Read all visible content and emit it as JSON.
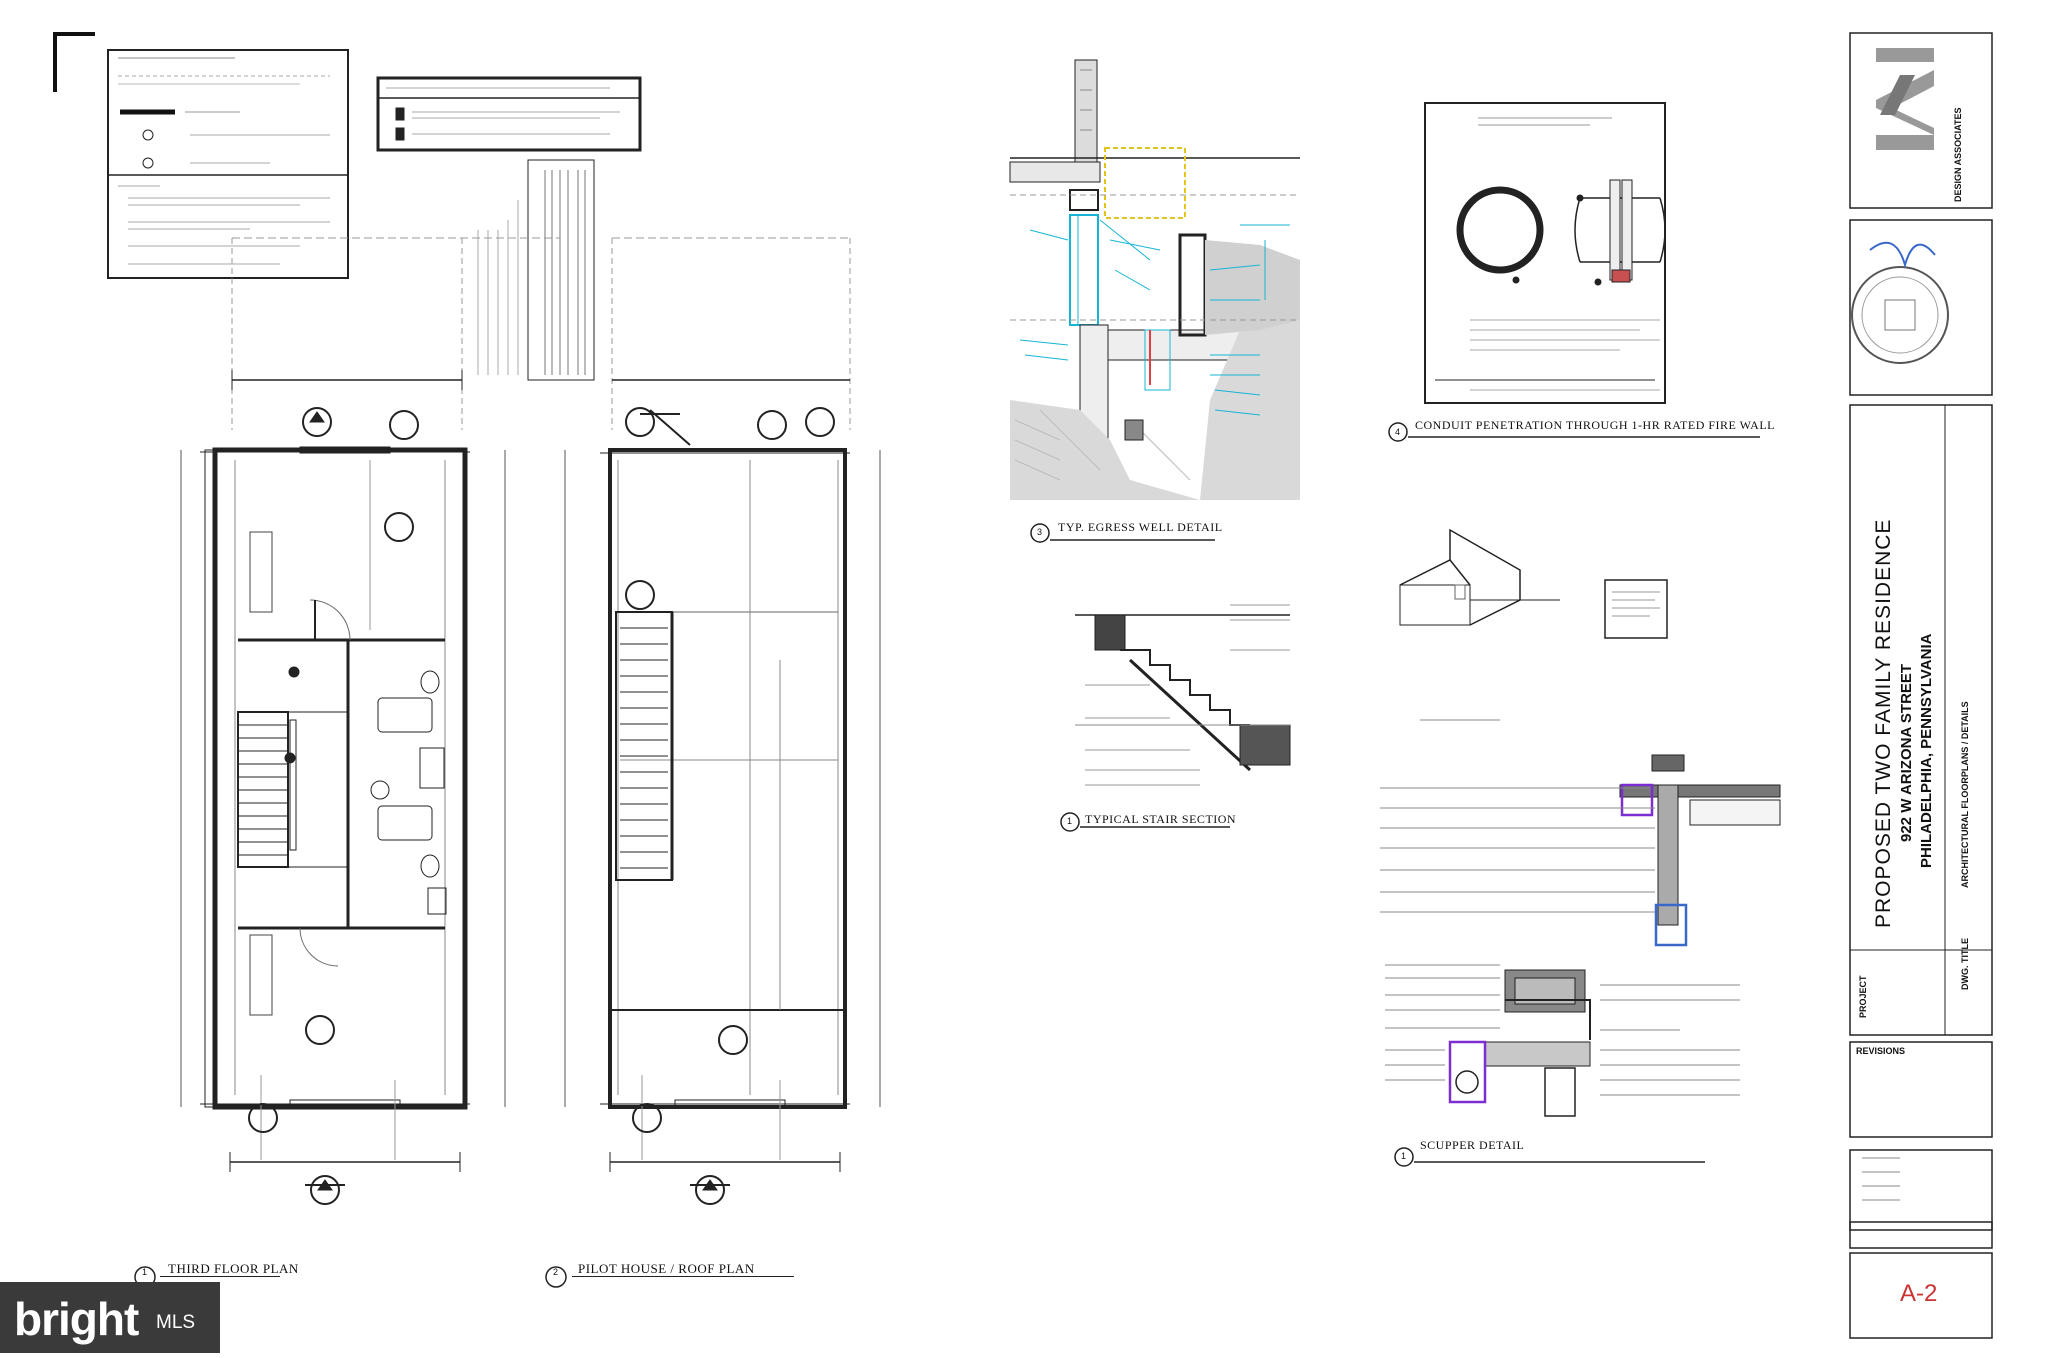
{
  "sheet": {
    "project_title": "PROPOSED TWO FAMILY RESIDENCE",
    "address": "922 W ARIZONA STREET",
    "city": "PHILADELPHIA, PENNSYLVANIA",
    "drawing_title": "ARCHITECTURAL FLOORPLANS / DETAILS",
    "project_label": "PROJECT",
    "dwg_title_label": "DWG. TITLE",
    "revisions_label": "REVISIONS",
    "firm_name": "DESIGN ASSOCIATES",
    "sheet_number": "A-2"
  },
  "drawings": [
    {
      "number": "1",
      "title": "THIRD FLOOR PLAN"
    },
    {
      "number": "2",
      "title": "PILOT HOUSE / ROOF PLAN"
    },
    {
      "number": "3",
      "title": "TYP. EGRESS WELL DETAIL"
    },
    {
      "number": "4",
      "title": "CONDUIT PENETRATION THROUGH 1-HR RATED FIRE WALL"
    },
    {
      "number": "1",
      "title": "TYPICAL STAIR SECTION"
    },
    {
      "number": "1",
      "title": "SCUPPER DETAIL"
    }
  ],
  "watermark": {
    "brand": "bright",
    "suffix": "MLS"
  },
  "colors": {
    "line": "#222222",
    "cyan": "#16b5d6",
    "yellow": "#e6c31a",
    "purple": "#7b2fd0",
    "blue": "#3a68c8",
    "sheet_no": "#cc3333",
    "watermark_bg": "#3a3a3a"
  },
  "icons": [
    "north-arrow-icon",
    "section-marker-icon",
    "seal-icon",
    "logo-icon"
  ]
}
